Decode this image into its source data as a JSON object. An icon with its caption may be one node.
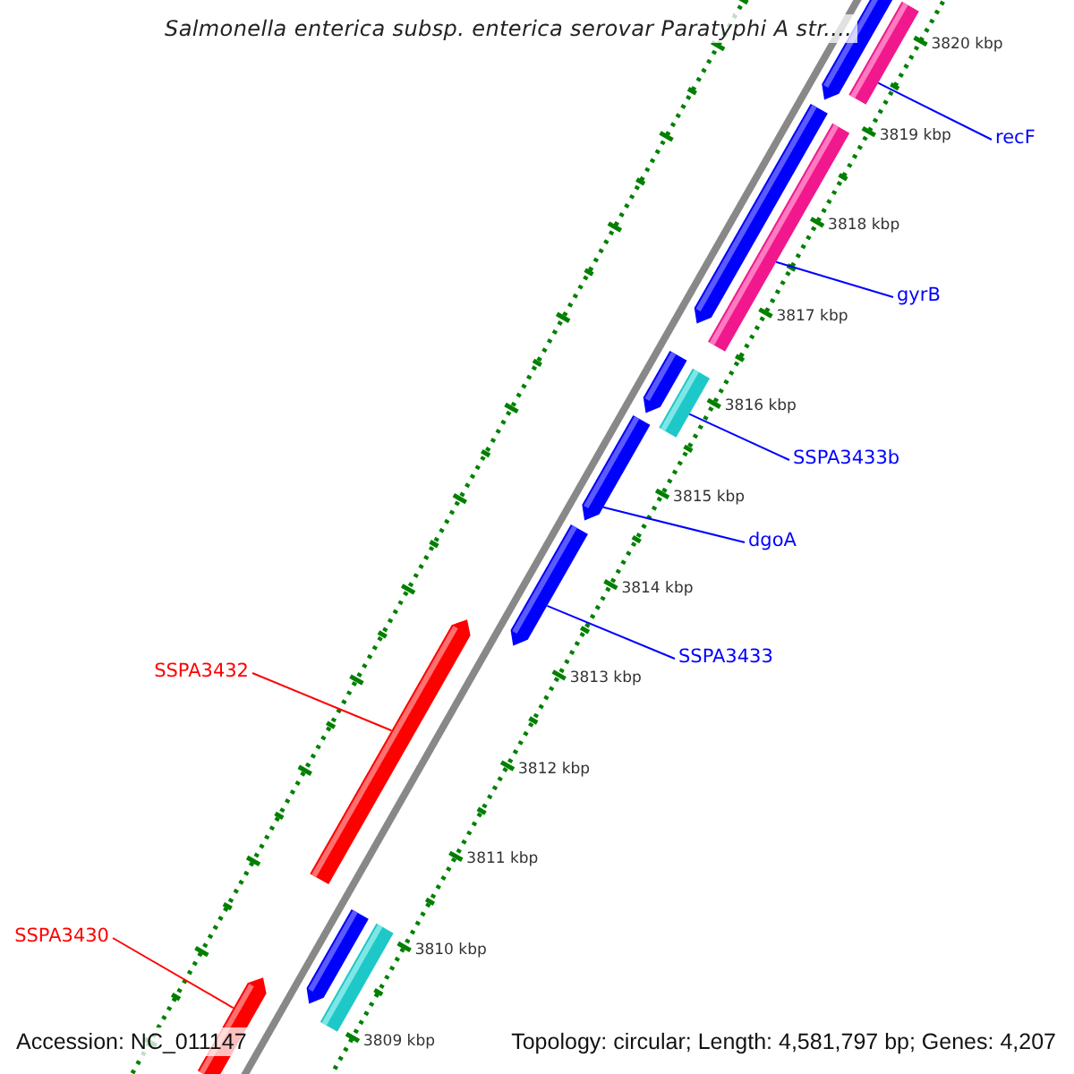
{
  "diagram": {
    "title": "Salmonella enterica subsp. enterica serovar Paratyphi A str....",
    "nodes": [
      {
        "text": [
          "recF"
        ]
      },
      {
        "text": [
          "gyrB"
        ]
      },
      {
        "text": [
          "SSPA3433b"
        ]
      },
      {
        "text": [
          "dgoA"
        ]
      },
      {
        "text": [
          "SSPA3433"
        ]
      },
      {
        "text": [
          "SSPA3432"
        ]
      },
      {
        "text": [
          "SSPA3430"
        ]
      },
      {
        "text": [],
        "shape": "bar"
      },
      {
        "text": [],
        "shape": "bar"
      },
      {
        "text": [],
        "shape": "bar"
      },
      {
        "text": [],
        "shape": "bar"
      },
      {
        "text": [],
        "shape": "bar"
      },
      {
        "text": [],
        "shape": "bar"
      },
      {
        "text": [],
        "shape": "bar"
      },
      {
        "text": [],
        "shape": "bar"
      },
      {
        "text": [],
        "shape": "bar"
      },
      {
        "text": [],
        "shape": "bar"
      },
      {
        "text": [],
        "shape": "bar"
      },
      {
        "text": [],
        "shape": "bar"
      }
    ],
    "edges": [
      {
        "from": 0,
        "to": 7,
        "arrow": "none"
      },
      {
        "from": 1,
        "to": 10,
        "arrow": "none"
      },
      {
        "from": 2,
        "to": 12,
        "arrow": "none"
      },
      {
        "from": 3,
        "to": 13,
        "arrow": "none"
      },
      {
        "from": 4,
        "to": 14,
        "arrow": "none"
      },
      {
        "from": 5,
        "to": 15,
        "arrow": "none",
        "color": "#ff0000"
      },
      {
        "from": 6,
        "to": 18,
        "arrow": "none",
        "color": "#ff0000"
      }
    ],
    "labels": [
      "3820 kbp",
      "3819 kbp",
      "3818 kbp",
      "3817 kbp",
      "3816 kbp",
      "3815 kbp",
      "3814 kbp",
      "3813 kbp",
      "3812 kbp",
      "3811 kbp",
      "3810 kbp",
      "3809 kbp",
      "Accession: NC_011147",
      "Topology: circular; Length: 4,581,797 bp; Genes: 4,207"
    ]
  }
}
